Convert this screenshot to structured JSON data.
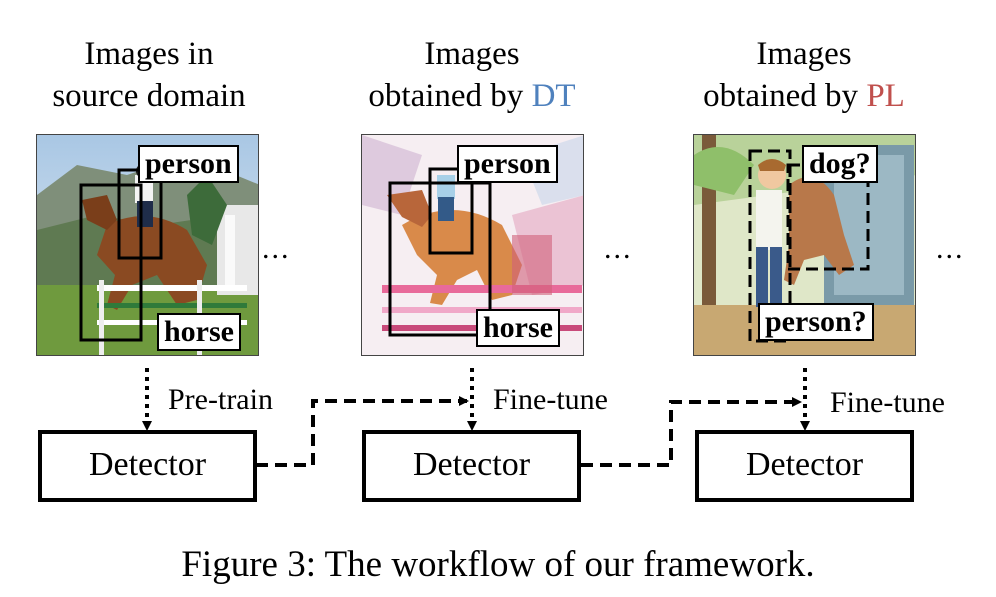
{
  "columns": [
    {
      "title_line1": "Images in",
      "title_line2": "source domain",
      "boxes": [
        "person",
        "horse"
      ],
      "detector": "Detector",
      "step": "Pre-train"
    },
    {
      "title_line1": "Images",
      "title_line2_prefix": "obtained by ",
      "title_line2_highlight": "DT",
      "boxes": [
        "person",
        "horse"
      ],
      "detector": "Detector",
      "step": "Fine-tune"
    },
    {
      "title_line1": "Images",
      "title_line2_prefix": "obtained by ",
      "title_line2_highlight": "PL",
      "boxes": [
        "dog?",
        "person?"
      ],
      "detector": "Detector",
      "step": "Fine-tune"
    }
  ],
  "ellipsis": "...",
  "colors": {
    "DT": "#4f81bd",
    "PL": "#c0504d"
  },
  "caption": "Figure 3: The workflow of our framework."
}
